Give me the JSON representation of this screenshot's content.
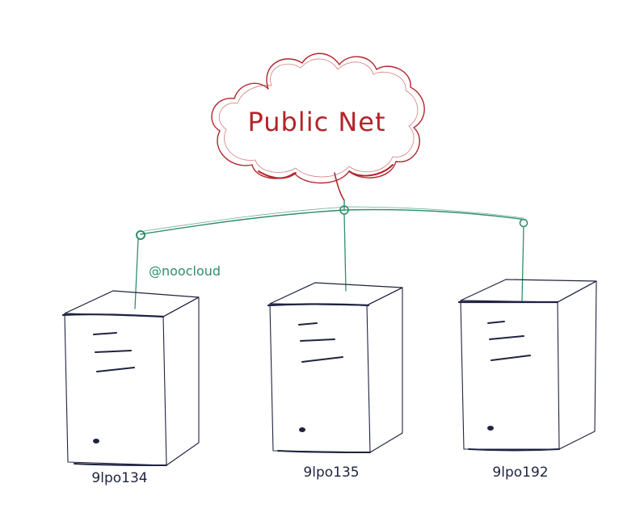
{
  "diagram": {
    "cloud": {
      "label": "Public Net"
    },
    "annotation": "@noocloud",
    "servers": [
      {
        "id": "srv1",
        "label": "9lpo134"
      },
      {
        "id": "srv2",
        "label": "9lpo135"
      },
      {
        "id": "srv3",
        "label": "9lpo192"
      }
    ]
  },
  "colors": {
    "cloud": "#b3242a",
    "network": "#2f8f6b",
    "server": "#1f2340",
    "text": "#1f2340",
    "annotation": "#2f8f6b"
  }
}
